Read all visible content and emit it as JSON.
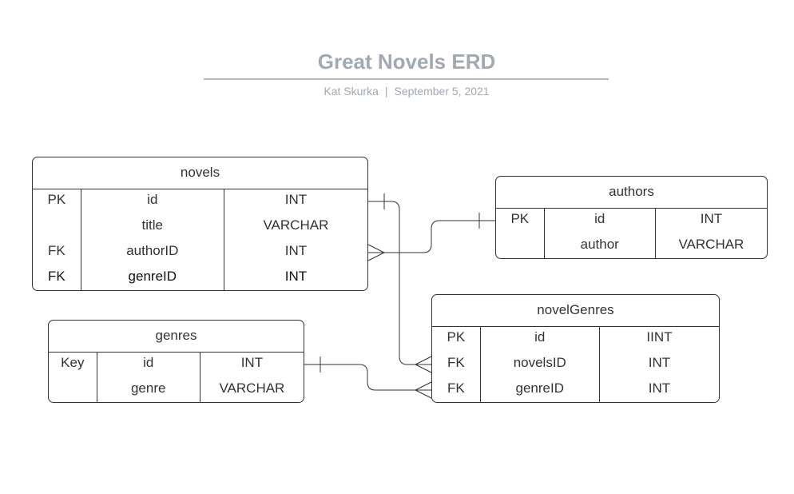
{
  "header": {
    "title": "Great Novels ERD",
    "author": "Kat Skurka",
    "separator": "|",
    "date": "September 5, 2021"
  },
  "entities": {
    "novels": {
      "name": "novels",
      "rows": [
        {
          "key": "PK",
          "field": "id",
          "type": "INT"
        },
        {
          "key": "",
          "field": "title",
          "type": "VARCHAR"
        },
        {
          "key": "FK",
          "field": "authorID",
          "type": "INT"
        },
        {
          "key": "FK",
          "field": "genreID",
          "type": "INT"
        }
      ]
    },
    "authors": {
      "name": "authors",
      "rows": [
        {
          "key": "PK",
          "field": "id",
          "type": "INT"
        },
        {
          "key": "",
          "field": "author",
          "type": "VARCHAR"
        }
      ]
    },
    "novelGenres": {
      "name": "novelGenres",
      "rows": [
        {
          "key": "PK",
          "field": "id",
          "type": "IINT"
        },
        {
          "key": "FK",
          "field": "novelsID",
          "type": "INT"
        },
        {
          "key": "FK",
          "field": "genreID",
          "type": "INT"
        }
      ]
    },
    "genres": {
      "name": "genres",
      "rows": [
        {
          "key": "Key",
          "field": "id",
          "type": "INT"
        },
        {
          "key": "",
          "field": "genre",
          "type": "VARCHAR"
        }
      ]
    }
  },
  "relationships": [
    {
      "from": "novels.id",
      "to": "novelGenres.novelsID",
      "from_end": "one",
      "to_end": "many"
    },
    {
      "from": "authors.id",
      "to": "novels.authorID",
      "from_end": "one",
      "to_end": "many"
    },
    {
      "from": "genres.id",
      "to": "novelGenres.genreID",
      "from_end": "one",
      "to_end": "many"
    }
  ],
  "colors": {
    "line": "#333333",
    "title": "#a3a9b0"
  }
}
